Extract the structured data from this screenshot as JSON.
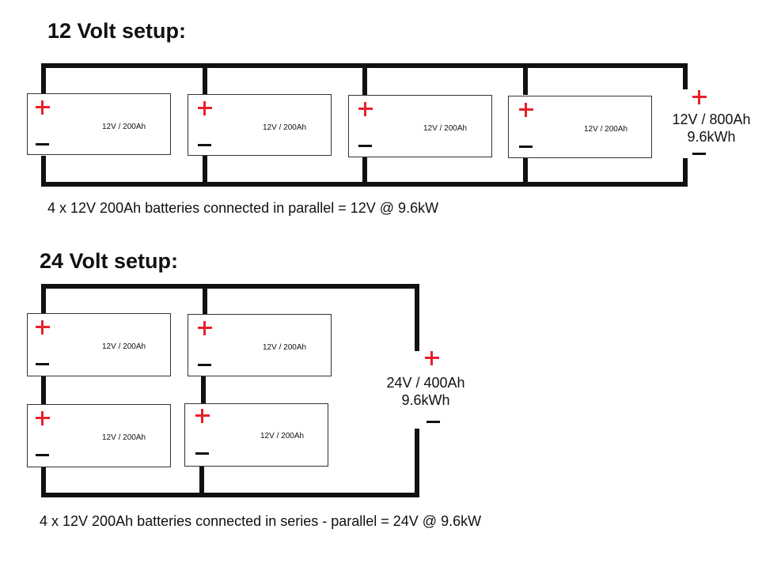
{
  "setup12": {
    "title": "12 Volt setup:",
    "battery_label": "12V / 200Ah",
    "summary_line1": "12V / 800Ah",
    "summary_line2": "9.6kWh",
    "caption": "4 x 12V 200Ah batteries connected in parallel = 12V @ 9.6kW"
  },
  "setup24": {
    "title": "24 Volt setup:",
    "battery_label": "12V / 200Ah",
    "summary_line1": "24V / 400Ah",
    "summary_line2": "9.6kWh",
    "caption": "4 x 12V 200Ah batteries connected in series - parallel = 24V @ 9.6kW"
  },
  "colors": {
    "positive": "#e8202a",
    "negative": "#111111",
    "wire": "#111111"
  }
}
